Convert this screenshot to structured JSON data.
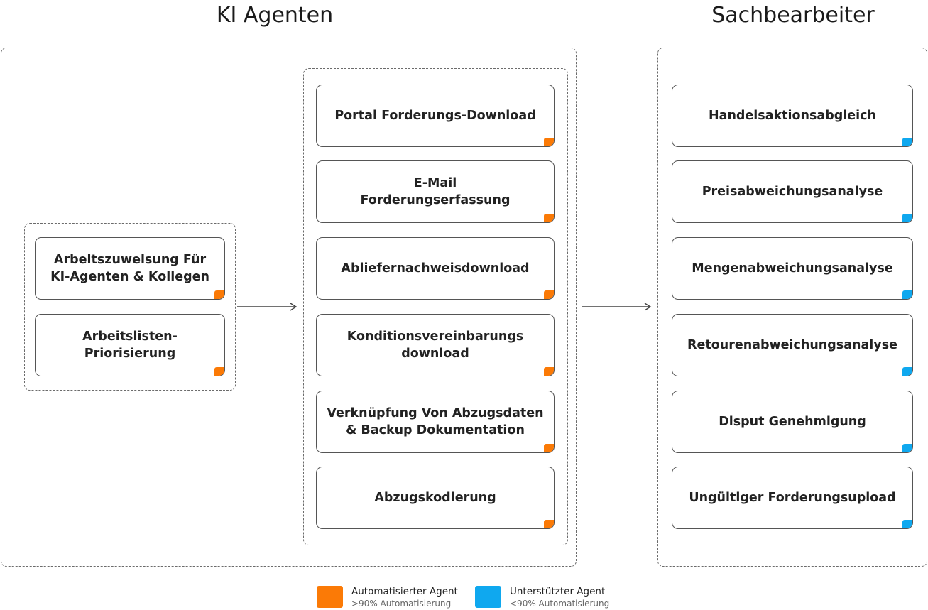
{
  "headings": {
    "left": "KI Agenten",
    "right": "Sachbearbeiter"
  },
  "colors": {
    "automated": "#fb7a06",
    "assisted": "#0fa8ef",
    "border": "#555555"
  },
  "planning": [
    {
      "label": "Arbeitszuweisung Für\nKI-Agenten & Kollegen",
      "type": "automated"
    },
    {
      "label": "Arbeitslisten-\nPriorisierung",
      "type": "automated"
    }
  ],
  "agents": [
    {
      "label": "Portal Forderungs-Download",
      "type": "automated"
    },
    {
      "label": "E-Mail\nForderungserfassung",
      "type": "automated"
    },
    {
      "label": "Abliefernachweisdownload",
      "type": "automated"
    },
    {
      "label": "Konditionsvereinbarungs\ndownload",
      "type": "automated"
    },
    {
      "label": "Verknüpfung Von Abzugsdaten\n& Backup Dokumentation",
      "type": "automated"
    },
    {
      "label": "Abzugskodierung",
      "type": "automated"
    }
  ],
  "clerks": [
    {
      "label": "Handelsaktionsabgleich",
      "type": "assisted"
    },
    {
      "label": "Preisabweichungsanalyse",
      "type": "assisted"
    },
    {
      "label": "Mengenabweichungsanalyse",
      "type": "assisted"
    },
    {
      "label": "Retourenabweichungsanalyse",
      "type": "assisted"
    },
    {
      "label": "Disput Genehmigung",
      "type": "assisted"
    },
    {
      "label": "Ungültiger Forderungsupload",
      "type": "assisted"
    }
  ],
  "legend": {
    "automated": {
      "title": "Automatisierter Agent",
      "subtitle": ">90% Automatisierung"
    },
    "assisted": {
      "title": "Unterstützter Agent",
      "subtitle": "<90% Automatisierung"
    }
  }
}
